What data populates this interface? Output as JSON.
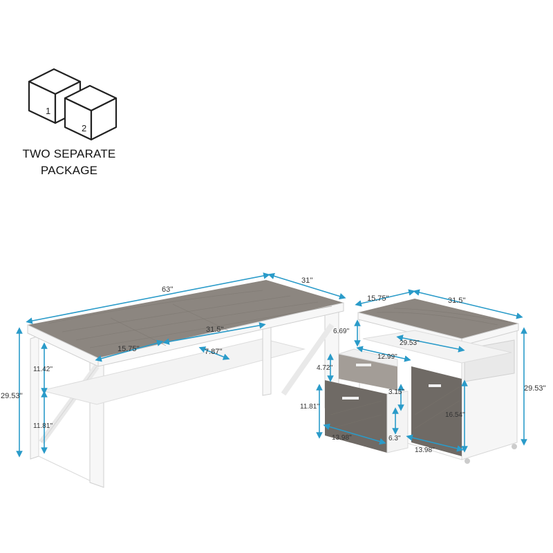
{
  "package": {
    "box1_number": "1",
    "box2_number": "2",
    "caption_line1": "TWO SEPARATE",
    "caption_line2": "PACKAGE"
  },
  "desk_dimensions": {
    "width": "63''",
    "depth_end": "31''",
    "shelf_width": "31.5''",
    "shelf_depth": "15.75''",
    "shelf_gap": "7.87''",
    "height": "29.53''",
    "upper_clearance": "11.42''",
    "lower_clearance": "11.81''"
  },
  "cabinet_dimensions": {
    "depth": "15.75''",
    "width": "31.5''",
    "open_shelf_height": "6.69''",
    "inner_width": "29.53''",
    "drawer_inner_width": "12.99''",
    "small_drawer_height": "4.72''",
    "drawer_gap": "3.15''",
    "large_drawer_height": "11.81''",
    "cabinet_door_height": "16.54''",
    "drawer_width_left": "13.98''",
    "drawer_width_right": "13.98''",
    "base_clearance": "6.3''",
    "height": "29.53''"
  },
  "colors": {
    "accent": "#2a9bc9",
    "wood": "#8c8680",
    "frame": "#f7f7f7"
  }
}
